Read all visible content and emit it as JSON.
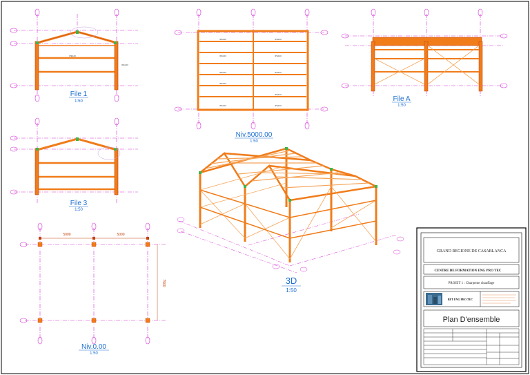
{
  "drawing": {
    "views": {
      "file1": {
        "title": "File 1",
        "scale": "1:50"
      },
      "filea": {
        "title": "File A",
        "scale": "1:50"
      },
      "niv5000": {
        "title": "Niv.5000.00",
        "scale": "1:50"
      },
      "file3": {
        "title": "File 3",
        "scale": "1:50"
      },
      "iso3d": {
        "title": "3D",
        "scale": "1:50"
      },
      "niv000": {
        "title": "Niv.0.00",
        "scale": "1:50",
        "dim_span_1": "5000",
        "dim_span_2": "5000",
        "dim_depth": "7500"
      }
    },
    "title_block": {
      "region": "GRAND REGIONE DE CASABLANCA",
      "centre": "CENTRE DE FORMATION ENG PRO TEC",
      "project": "PROJET 1 : Charpente chauffage",
      "company": "BET ENG PRO TEC",
      "drawing_title": "Plan D'ensemble"
    },
    "colors": {
      "beam": "#f07c1a",
      "beam_dark": "#c2410c",
      "axis": "#d633d6",
      "dim": "#2563eb",
      "title_text": "#1e6fd0",
      "node": "#39b54a",
      "frame": "#000000"
    }
  }
}
